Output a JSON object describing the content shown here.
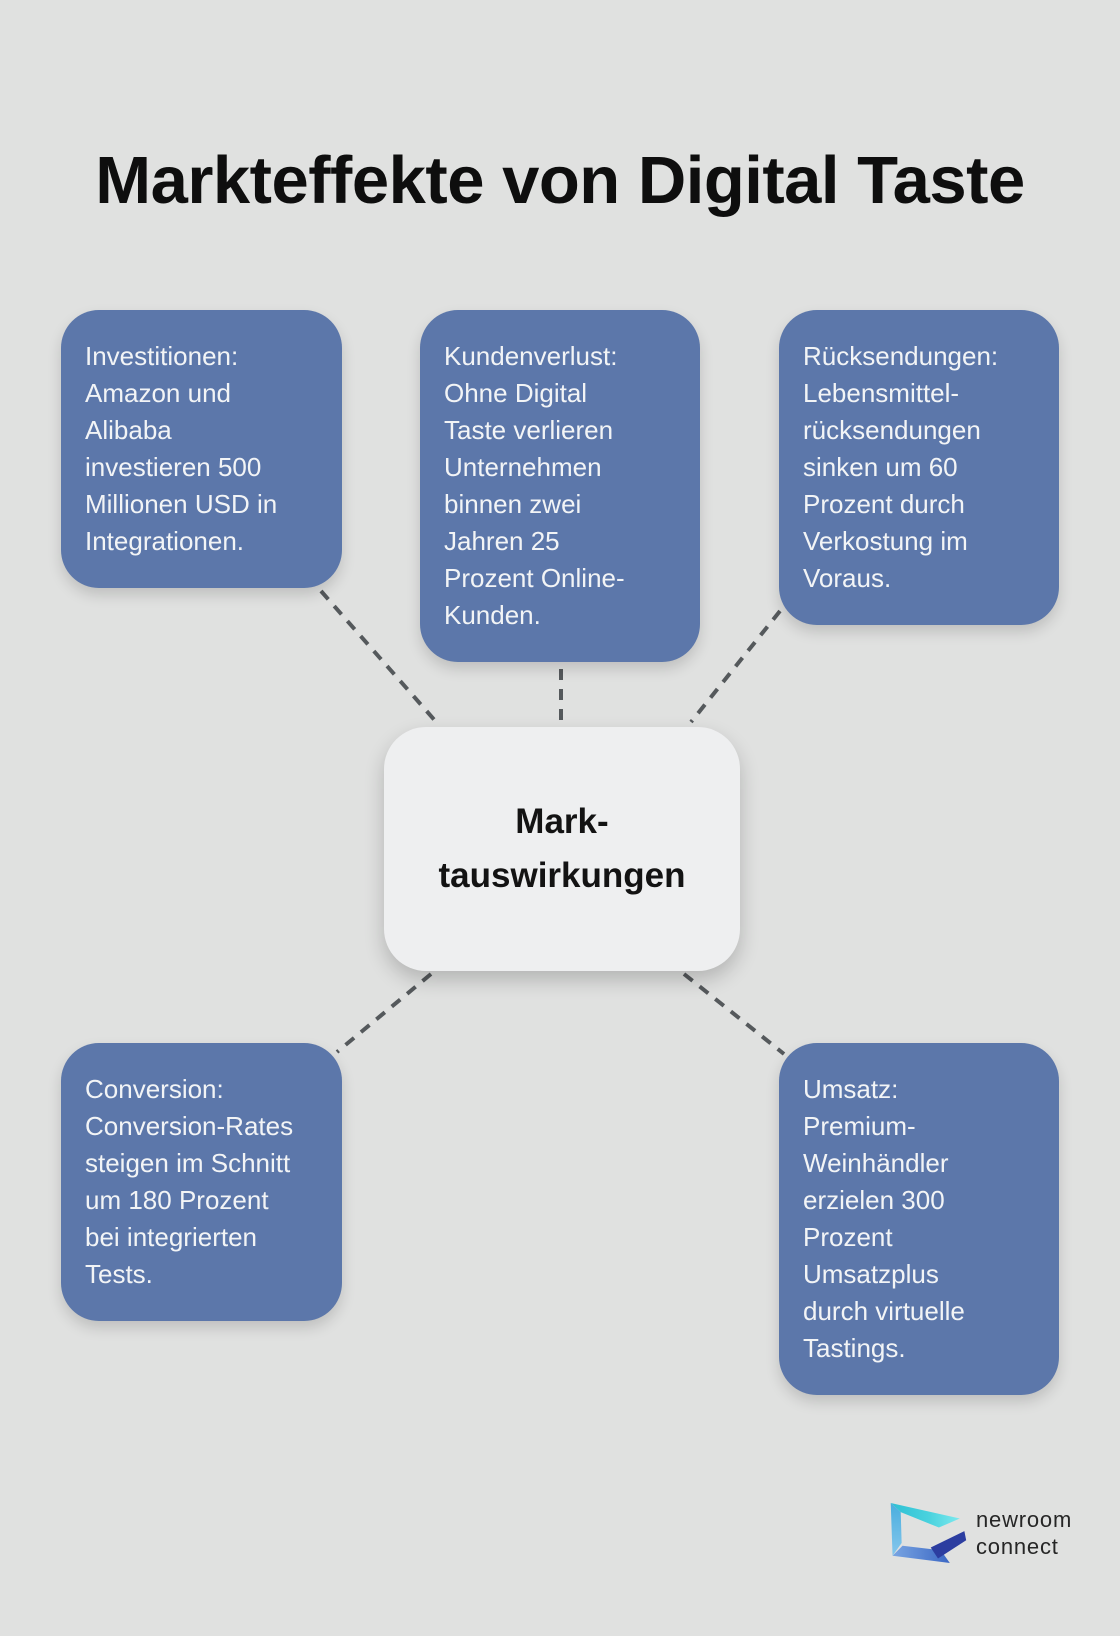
{
  "title": "Markteffekte von Digital Taste",
  "center": {
    "label": "Mark-\ntauswirkungen"
  },
  "nodes": [
    {
      "id": "investitionen",
      "text": "Investitionen:\nAmazon und\nAlibaba\ninvestieren 500\nMillionen USD in\nIntegrationen."
    },
    {
      "id": "kundenverlust",
      "text": "Kundenverlust:\nOhne Digital\nTaste verlieren\nUnternehmen\nbinnen zwei\nJahren 25\nProzent Online-\nKunden."
    },
    {
      "id": "ruecksendungen",
      "text": "Rücksendungen:\nLebensmittel-\nrücksendungen\nsinken um 60\nProzent durch\nVerkostung im\nVoraus."
    },
    {
      "id": "conversion",
      "text": "Conversion:\nConversion-Rates\nsteigen im Schnitt\num 180 Prozent\nbei integrierten\nTests."
    },
    {
      "id": "umsatz",
      "text": "Umsatz:\nPremium-\nWeinhändler\nerzielen 300\nProzent\nUmsatzplus\ndurch virtuelle\nTastings."
    }
  ],
  "logo": {
    "line1": "newroom",
    "line2": "connect"
  },
  "colors": {
    "background": "#e0e1e0",
    "node_blue": "#5c77aa",
    "center_bg": "#eeeff0",
    "connector": "#55595c",
    "title_text": "#0e0e0e",
    "node_text": "#f2f4f6"
  }
}
